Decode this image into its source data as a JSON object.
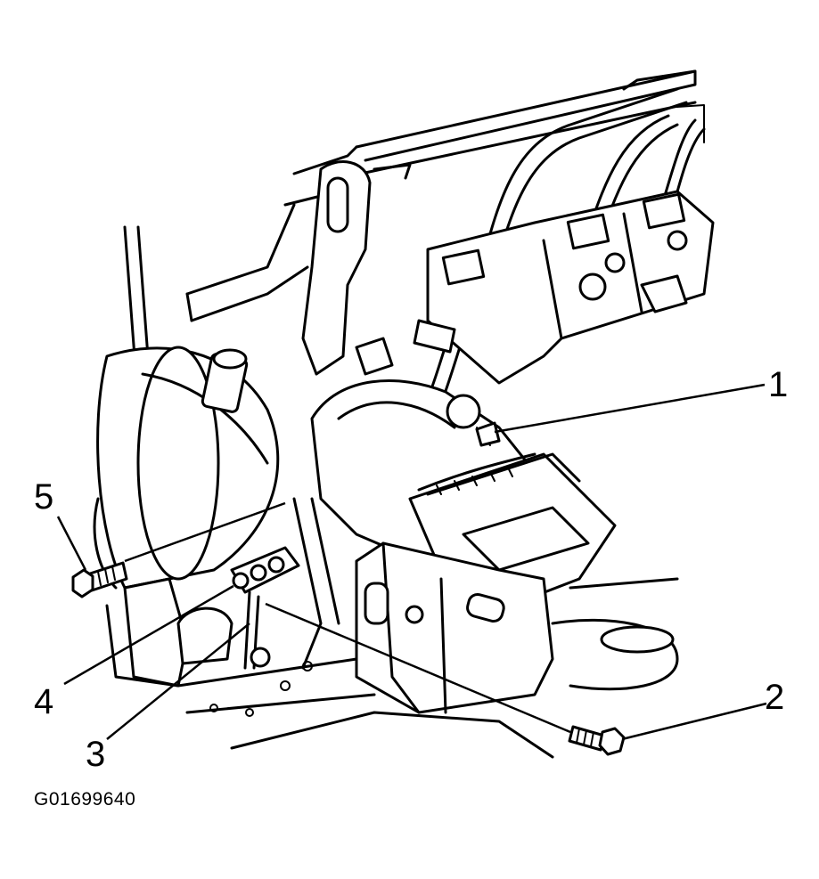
{
  "figure": {
    "id_text": "G01699640",
    "colors": {
      "ink": "#000000",
      "paper": "#ffffff"
    }
  },
  "callouts": [
    {
      "label": "1"
    },
    {
      "label": "2"
    },
    {
      "label": "3"
    },
    {
      "label": "4"
    },
    {
      "label": "5"
    }
  ]
}
